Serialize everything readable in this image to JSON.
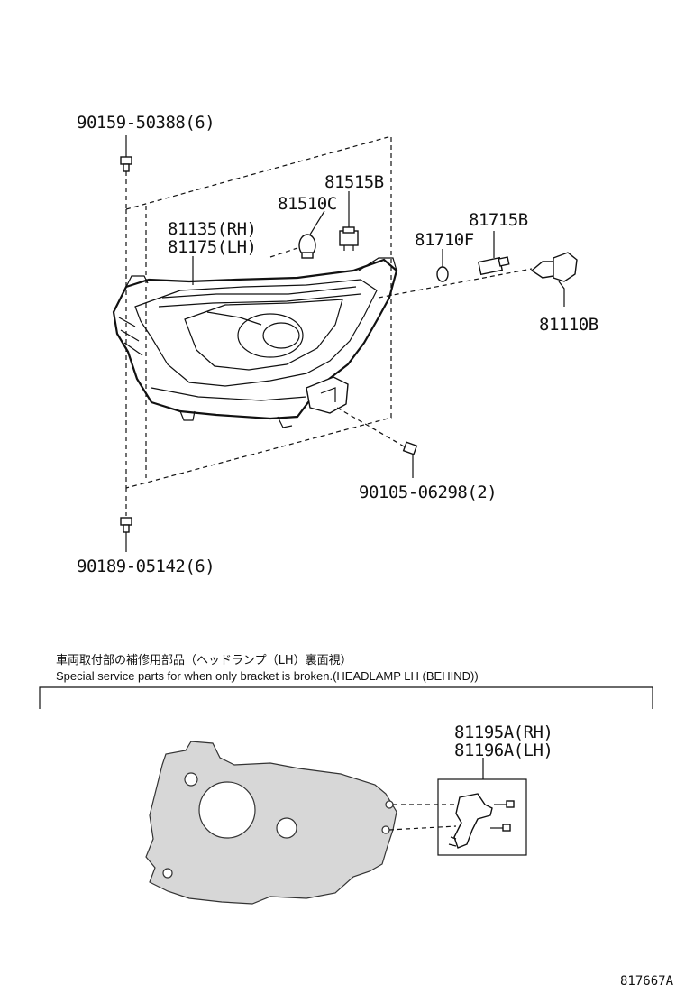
{
  "labels": {
    "bolt_top": "90159-50388(6)",
    "p81515b": "81515B",
    "p81510c": "81510C",
    "headlamp_rh": "81135(RH)",
    "headlamp_lh": "81175(LH)",
    "p81715b": "81715B",
    "p81710f": "81710F",
    "p81110b": "81110B",
    "bolt_right": "90105-06298(2)",
    "bolt_bottom": "90189-05142(6)",
    "bracket_rh": "81195A(RH)",
    "bracket_lh": "81196A(LH)"
  },
  "caption": {
    "japanese": "車両取付部の補修用部品（ヘッドランプ（LH）裏面視）",
    "english": "Special service parts for when only bracket is broken.(HEADLAMP LH (BEHIND))"
  },
  "doc_id": "817667A"
}
